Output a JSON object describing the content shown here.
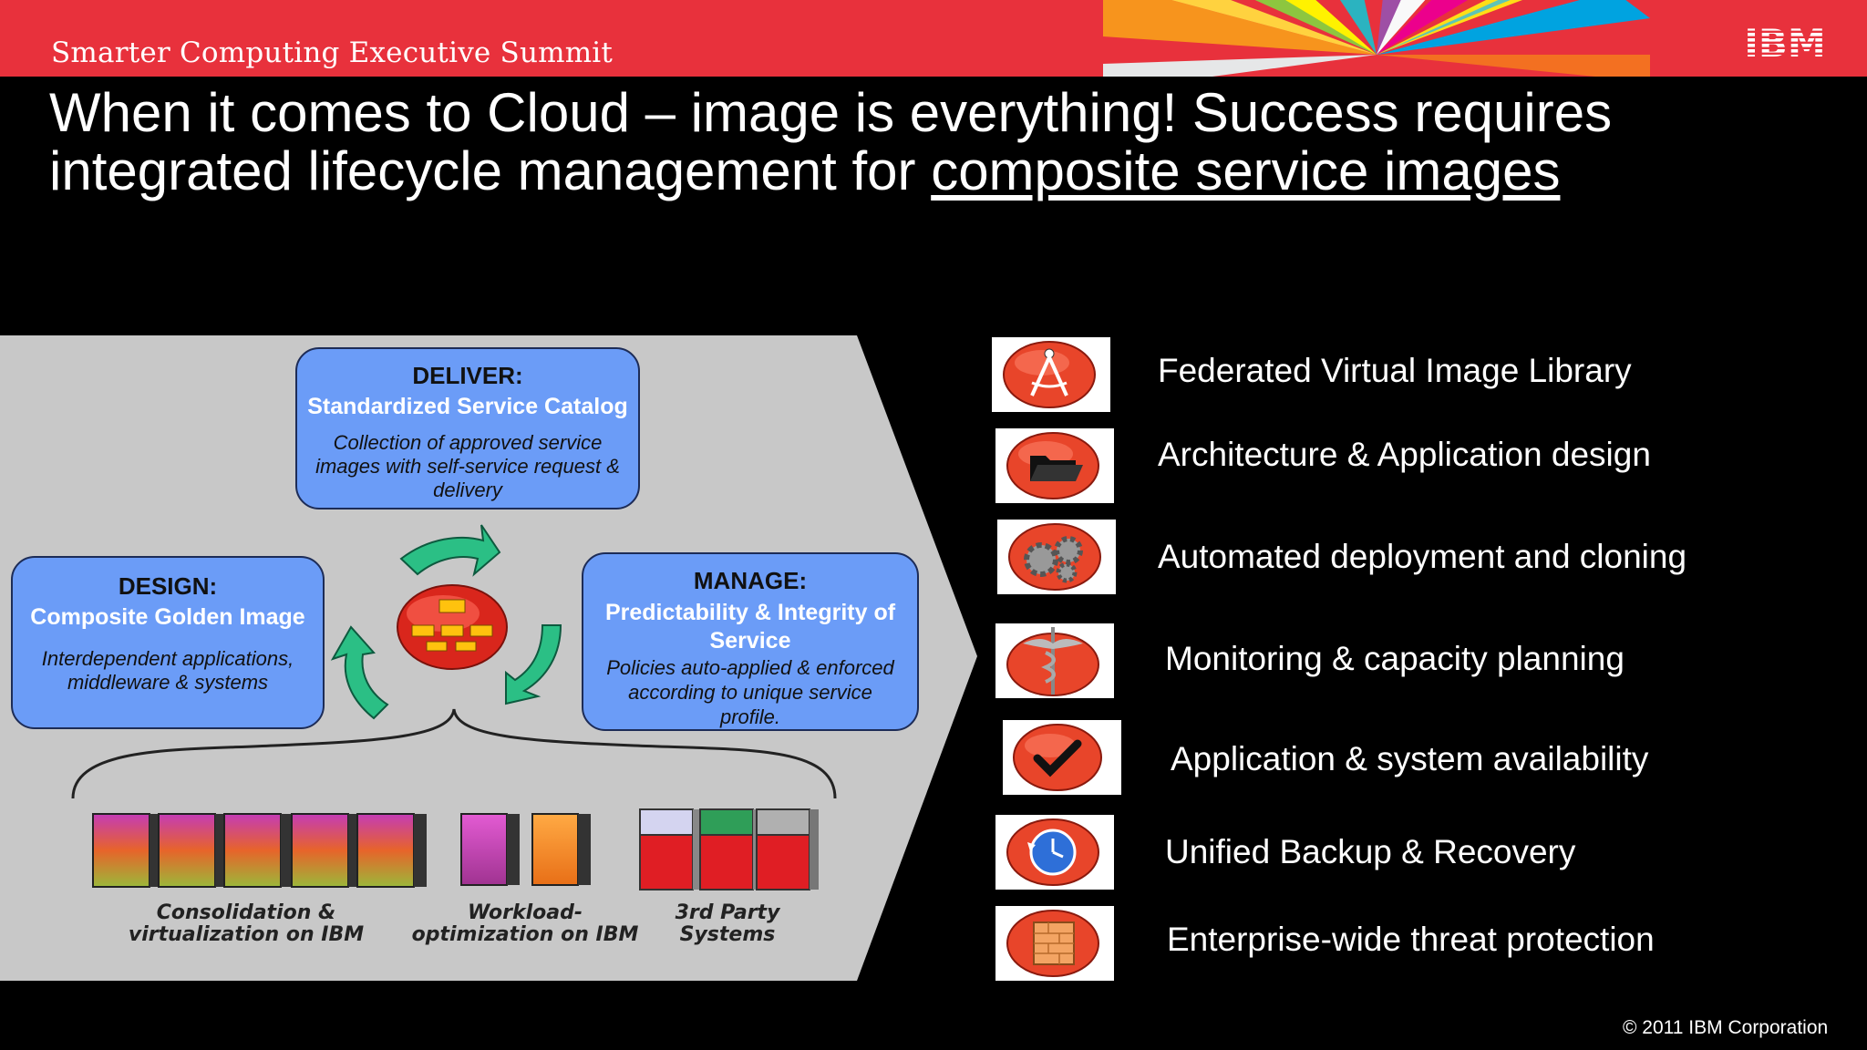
{
  "header": {
    "event_title": "Smarter Computing Executive Summit",
    "logo_text": "IBM"
  },
  "slide": {
    "title_part1": "When it comes to Cloud – image is everything! Success requires integrated lifecycle management for ",
    "title_link": "composite service images"
  },
  "diagram": {
    "deliver": {
      "heading": "DELIVER:",
      "subheading": "Standardized Service Catalog",
      "description": "Collection of approved service images with self-service request & delivery"
    },
    "design": {
      "heading": "DESIGN:",
      "subheading": "Composite Golden Image",
      "description": "Interdependent applications, middleware & systems"
    },
    "manage": {
      "heading": "MANAGE:",
      "subheading": "Predictability & Integrity of Service",
      "description": "Policies auto-applied & enforced according to unique service profile."
    },
    "server_groups": [
      {
        "caption_line1": "Consolidation &",
        "caption_line2": "virtualization on IBM"
      },
      {
        "caption_line1": "Workload-",
        "caption_line2": "optimization on IBM"
      },
      {
        "caption_line1": "3rd Party",
        "caption_line2": "Systems"
      }
    ]
  },
  "features": [
    {
      "label": "Federated Virtual Image Library",
      "icon": "compass-icon"
    },
    {
      "label": "Architecture & Application design",
      "icon": "folder-icon"
    },
    {
      "label": "Automated deployment and cloning",
      "icon": "gears-icon"
    },
    {
      "label": "Monitoring & capacity planning",
      "icon": "caduceus-icon"
    },
    {
      "label": "Application & system availability",
      "icon": "checkmark-icon"
    },
    {
      "label": "Unified Backup & Recovery",
      "icon": "clock-refresh-icon"
    },
    {
      "label": "Enterprise-wide threat protection",
      "icon": "firewall-icon"
    }
  ],
  "footer": {
    "copyright": "© 2011 IBM Corporation"
  },
  "colors": {
    "header_red": "#e8313c",
    "box_blue": "#6b9cf7",
    "panel_gray": "#c8c8c8",
    "icon_orange": "#e8452a"
  }
}
